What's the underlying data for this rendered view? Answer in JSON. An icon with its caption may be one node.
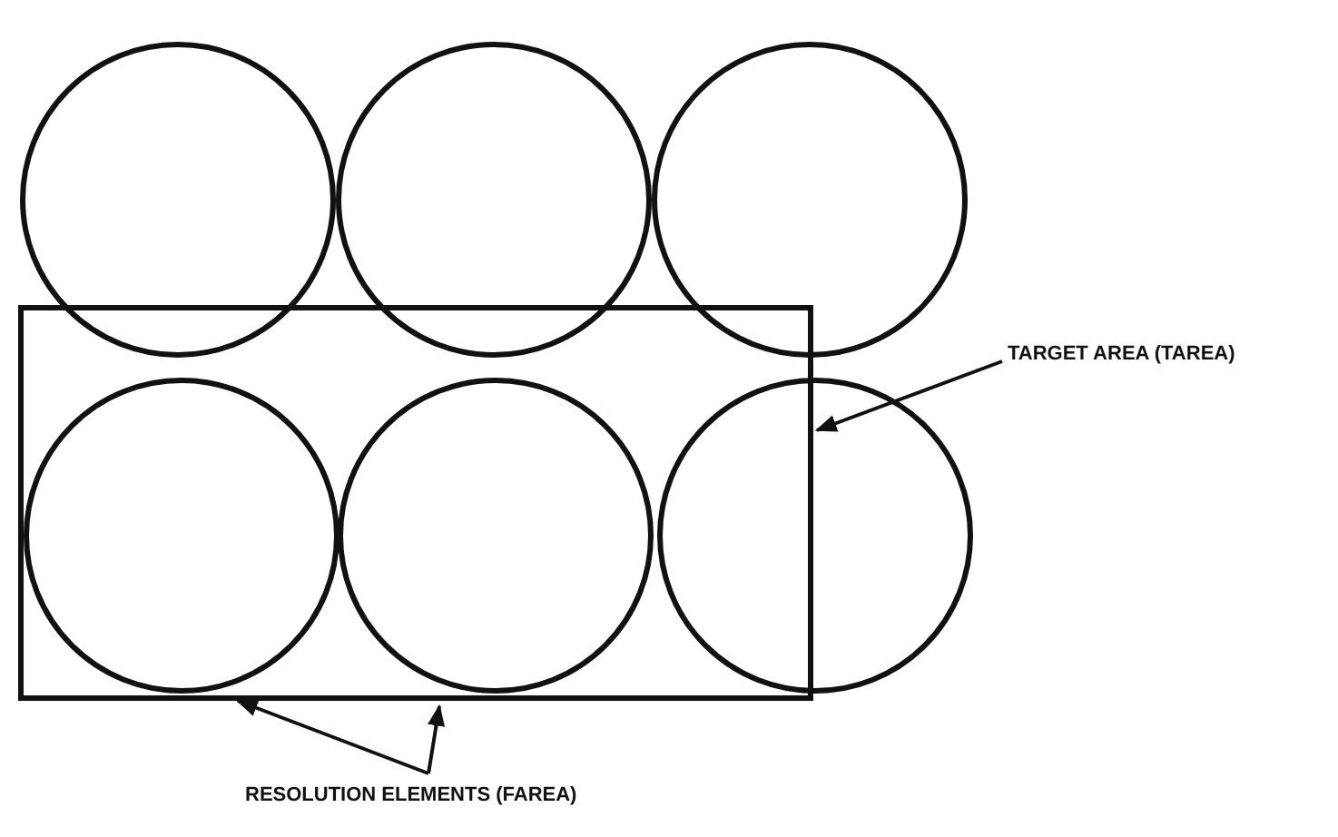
{
  "diagram": {
    "nodes": [
      {
        "text": [],
        "shape": "circle"
      },
      {
        "text": [],
        "shape": "circle"
      },
      {
        "text": [],
        "shape": "circle"
      },
      {
        "text": [
          "TARGET AREA (TAREA)"
        ]
      },
      {
        "text": [],
        "shape": "box"
      },
      {
        "text": [],
        "shape": "circle",
        "in": 4
      },
      {
        "text": [],
        "shape": "circle",
        "in": 4
      },
      {
        "text": [],
        "shape": "circle"
      },
      {
        "text": [
          "RESOLUTION ELEMENTS (FAREA)"
        ]
      }
    ],
    "edges": [
      {
        "from": 3,
        "to": 4,
        "arrow": "to"
      },
      {
        "from": 8,
        "to": 5,
        "arrow": "to"
      },
      {
        "from": 8,
        "to": 6,
        "arrow": "to"
      }
    ]
  }
}
